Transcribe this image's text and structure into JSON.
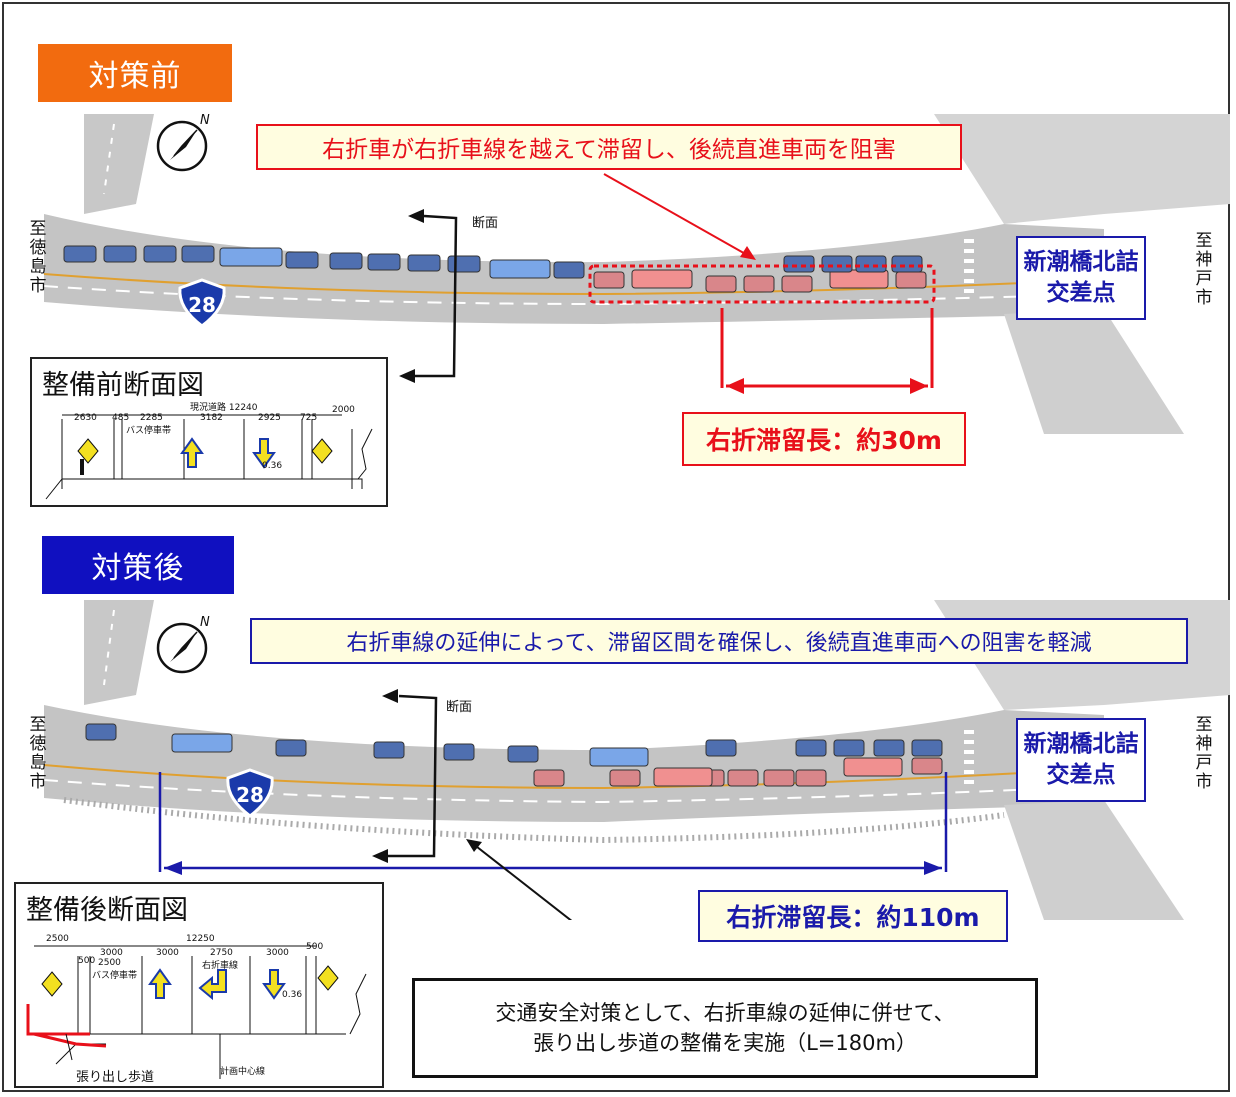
{
  "before": {
    "heading": "対策前",
    "heading_color": "#f26b0f",
    "callout": "右折車が右折車線を越えて滞留し、後続直進車両を阻害",
    "length_label": "右折滞留長：約30m",
    "section_label": "断面",
    "route_number": "28",
    "intersection_line1": "新潮橋北詰",
    "intersection_line2": "交差点",
    "dest_left": [
      "至",
      "徳",
      "島",
      "市"
    ],
    "dest_right": [
      "至",
      "神",
      "戸",
      "市"
    ],
    "panel_title": "整備前断面図",
    "dims_top": "現況道路 12240",
    "dims": [
      "2630",
      "485",
      "2285",
      "3182",
      "2925",
      "725",
      "2000"
    ],
    "lane_label": "バス停車帯",
    "misc_label": "0.36"
  },
  "after": {
    "heading": "対策後",
    "heading_color": "#1010c0",
    "callout": "右折車線の延伸によって、滞留区間を確保し、後続直進車両への阻害を軽減",
    "length_label": "右折滞留長：約110m",
    "section_label": "断面",
    "route_number": "28",
    "intersection_line1": "新潮橋北詰",
    "intersection_line2": "交差点",
    "dest_left": [
      "至",
      "徳",
      "島",
      "市"
    ],
    "dest_right": [
      "至",
      "神",
      "戸",
      "市"
    ],
    "panel_title": "整備後断面図",
    "dims_top": "12250",
    "dims": [
      "2500",
      "3000",
      "3000",
      "2750",
      "3000",
      "500",
      "500",
      "2500"
    ],
    "lane_label": "バス停車帯",
    "turn_lane_label": "右折車線",
    "center_line_label": "計画中心線",
    "sidewalk_label": "張り出し歩道",
    "misc_label": "0.36",
    "note_line1": "交通安全対策として、右折車線の延伸に併せて、",
    "note_line2": "張り出し歩道の整備を実施（L=180m）"
  },
  "colors": {
    "red": "#e8101a",
    "blue": "#1a1aaa",
    "callout_fill": "#fffde0",
    "road": "#bfbfbf",
    "queue_car": "#d9868a",
    "through_car": "#4f6fb0",
    "truck_blue": "#7aa6e8",
    "truck_red": "#f09090"
  }
}
